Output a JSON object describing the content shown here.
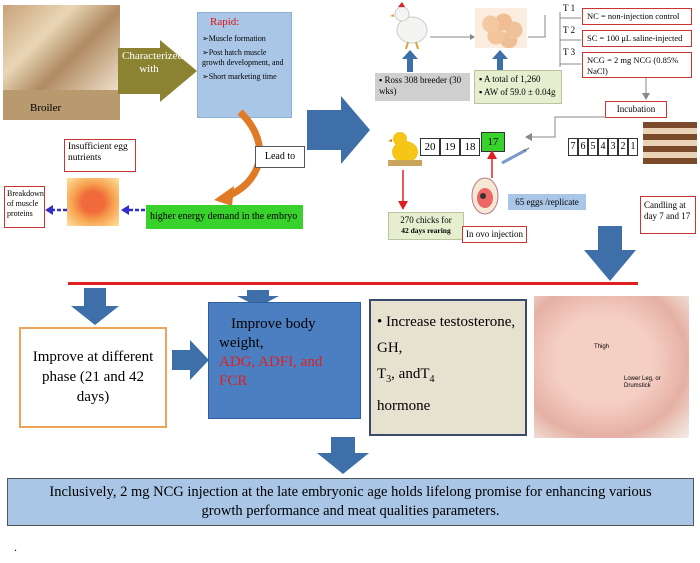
{
  "top_left": {
    "broiler_label": "Broiler",
    "characterized_label": "Characterized with",
    "rapid_title": "Rapid:",
    "rapid_items": [
      "Muscle formation",
      "Post hatch muscle growth development, and",
      "Short marketing time"
    ],
    "lead_to": "Lead to",
    "insufficient": "Insufficient egg nutrients",
    "breakdown": "Breakdown of muscle proteins",
    "energy_demand": "higher energy demand in the embryo"
  },
  "top_right": {
    "ross": "Ross 308 breeder (30 wks)",
    "total": "A total of 1,260",
    "aw": "AW of 59.0 ± 0.04g",
    "treatments": [
      {
        "tag": "T 1",
        "desc": "NC = non-injection control"
      },
      {
        "tag": "T 2",
        "desc": "SC = 100 μL saline-injected"
      },
      {
        "tag": "T 3",
        "desc": "NCG = 2 mg NCG (0.85% NaCl)"
      }
    ],
    "incubation": "Incubation",
    "days_right": [
      "7",
      "6",
      "5",
      "4",
      "3",
      "2",
      "1"
    ],
    "days_left": [
      "20",
      "19",
      "18"
    ],
    "day_highlight": "17",
    "candling": "Candling at day 7 and 17",
    "chicks": "270 chicks for",
    "chicks_rearing": "42 days rearing",
    "eggs_rep": "65 eggs /replicate",
    "in_ovo": "In ovo injection"
  },
  "bottom": {
    "improve_phase": "Improve at different phase (21 and 42 days)",
    "improve_bw_1": "Improve body weight,",
    "improve_bw_red": "ADG, ADFI, and FCR",
    "bullet": "•",
    "increase_1": "Increase testosterone, GH,",
    "increase_t": "T",
    "sub3": "3",
    "increase_and": ", andT",
    "sub4": "4",
    "increase_hormone": "hormone",
    "meat_thigh": "Thigh",
    "meat_leg": "Lower Leg, or Drumstick",
    "conclusion": "Inclusively, 2 mg NCG injection at the late embryonic age holds lifelong promise for enhancing various growth performance and meat qualities parameters.",
    "dot": "."
  },
  "colors": {
    "arrow_blue": "#3f6fa8",
    "olive": "#8b8331",
    "red_line": "#e02020",
    "orange": "#e07a25",
    "green": "#39d12b",
    "light_blue": "#a9c6e6",
    "steel_blue": "#4b7fc1",
    "beige": "#e7e1cf"
  }
}
